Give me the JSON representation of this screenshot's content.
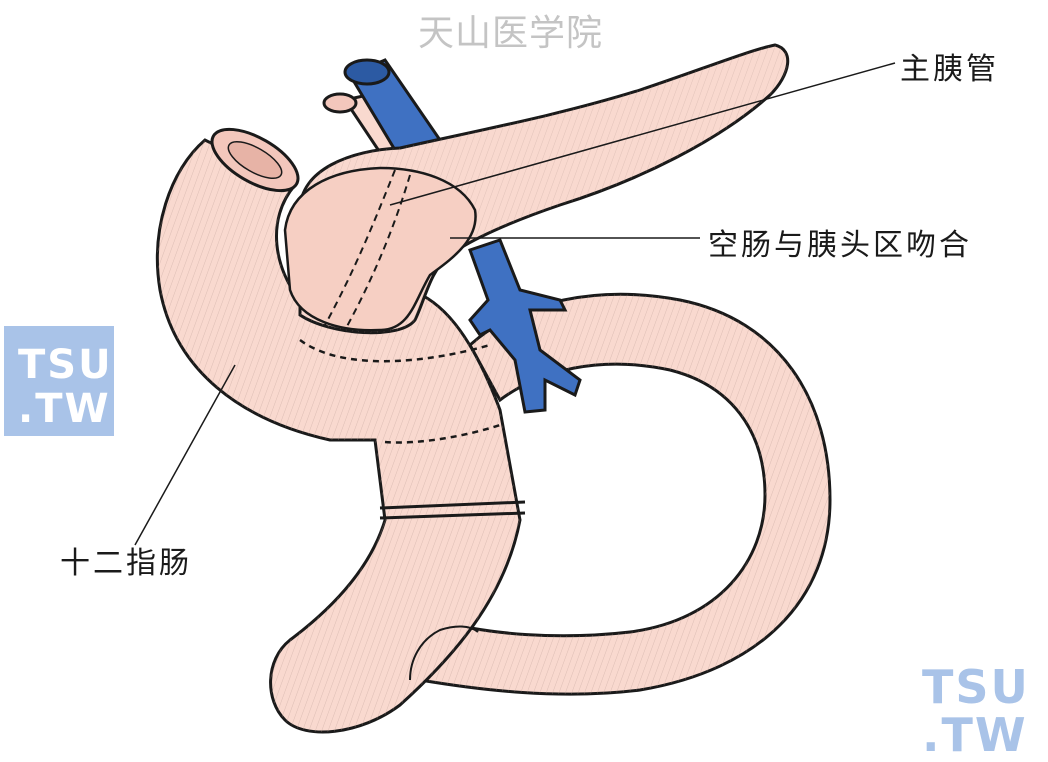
{
  "watermark": {
    "top_text": "天山医学院",
    "badge_line1": "TSU",
    "badge_line2": ".TW"
  },
  "labels": {
    "main_pancreatic_duct": "主胰管",
    "anastomosis": "空肠与胰头区吻合",
    "duodenum": "十二指肠"
  },
  "colors": {
    "tissue": "#f9d9cf",
    "vessel": "#3f71c2",
    "outline": "#1a1a1a",
    "watermark": "#a9c3e8"
  }
}
